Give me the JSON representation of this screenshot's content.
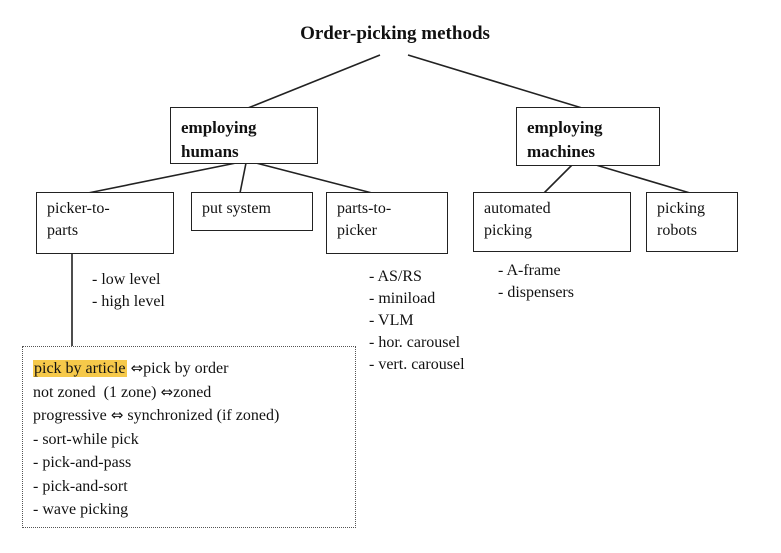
{
  "title": "Order-picking methods",
  "categories": {
    "humans": [
      "employing",
      "humans"
    ],
    "machines": [
      "employing",
      "machines"
    ]
  },
  "methods": {
    "picker_to_parts": [
      "picker-to-",
      "parts"
    ],
    "put_system": [
      "put system"
    ],
    "parts_to_picker": [
      "parts-to-",
      "picker"
    ],
    "automated_picking": [
      "automated",
      "picking"
    ],
    "picking_robots": [
      "picking",
      "robots"
    ]
  },
  "lists": {
    "picker_to_parts_levels": [
      "- low level",
      "- high level"
    ],
    "parts_to_picker_types": [
      "- AS/RS",
      "- miniload",
      "- VLM",
      "- hor. carousel",
      "- vert. carousel"
    ],
    "automated_picking_types": [
      "- A-frame",
      "- dispensers"
    ]
  },
  "detail": {
    "row1": {
      "highlight": "pick by article",
      "arrow": "⇔",
      "rest": "pick by order"
    },
    "row2": {
      "left": "not zoned  (1 zone)",
      "arrow": "⇔",
      "right": "zoned"
    },
    "row3": {
      "left": "progressive",
      "arrow": "⇔",
      "right": "synchronized (if zoned)"
    },
    "items": [
      "- sort-while pick",
      "- pick-and-pass",
      "- pick-and-sort",
      "- wave picking"
    ]
  },
  "colors": {
    "highlight": "#f6c94a",
    "stroke": "#222222"
  }
}
